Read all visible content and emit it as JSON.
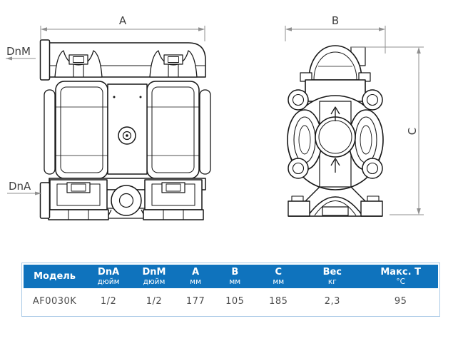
{
  "drawing": {
    "front_view": {
      "dim_a": "A",
      "dnm": "DnM",
      "dna": "DnA"
    },
    "side_view": {
      "dim_b": "B",
      "dim_c": "C"
    },
    "line_color": "#161616",
    "dim_color": "#8f8f8f"
  },
  "table": {
    "accent_color": "#0f73bd",
    "border_color": "#a9c9e6",
    "columns": [
      {
        "label": "Модель",
        "unit": ""
      },
      {
        "label": "DnA",
        "unit": "дюйм"
      },
      {
        "label": "DnM",
        "unit": "дюйм"
      },
      {
        "label": "A",
        "unit": "мм"
      },
      {
        "label": "B",
        "unit": "мм"
      },
      {
        "label": "C",
        "unit": "мм"
      },
      {
        "label": "Вес",
        "unit": "кг"
      },
      {
        "label": "Макс. Т",
        "unit": "°С"
      }
    ],
    "rows": [
      [
        "AF0030K",
        "1/2",
        "1/2",
        "177",
        "105",
        "185",
        "2,3",
        "95"
      ]
    ]
  }
}
